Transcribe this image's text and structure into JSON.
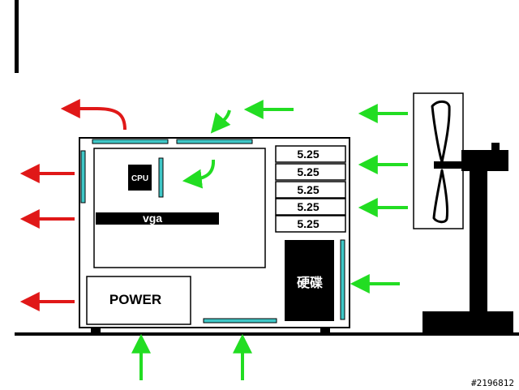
{
  "case": {
    "cpu_label": "CPU",
    "vga_label": "vga",
    "power_label": "POWER",
    "drive_label": "硬碟",
    "bays": [
      "5.25",
      "5.25",
      "5.25",
      "5.25",
      "5.25"
    ]
  },
  "watermark": "#2196812",
  "colors": {
    "intake_arrow": "#22dd22",
    "exhaust_arrow": "#e01818",
    "vent": "#3fc7c7",
    "outline": "#000000"
  },
  "icons": {
    "fan": "fan-icon",
    "intake": "green-arrow-icon",
    "exhaust": "red-arrow-icon"
  }
}
